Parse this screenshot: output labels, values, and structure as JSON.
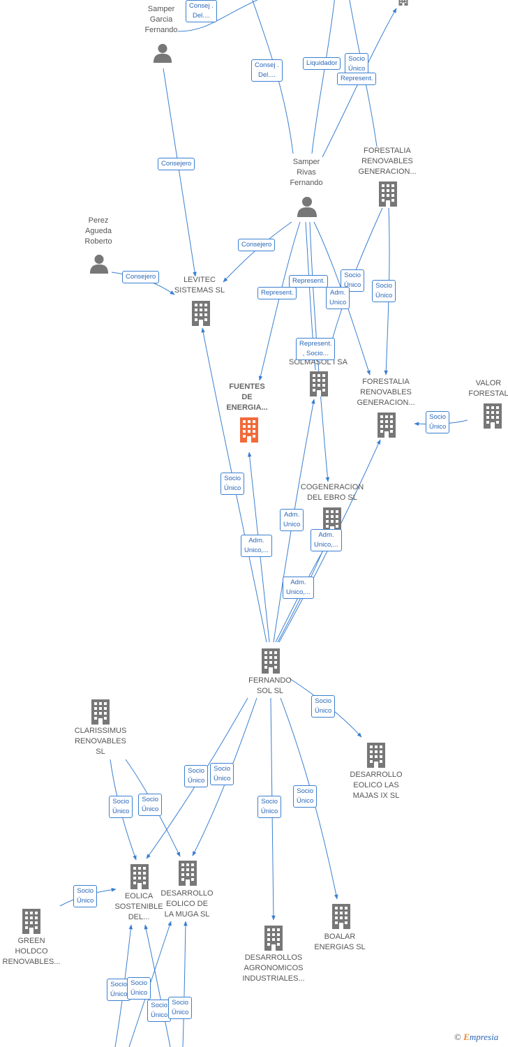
{
  "colors": {
    "edge": "#3a7fd0",
    "icon": "#777777",
    "highlight_icon": "#f26a3a"
  },
  "nodes": [
    {
      "id": "samper-garcia",
      "kind": "person",
      "label": "Samper\nGarcia\nFernando"
    },
    {
      "id": "samper-rivas",
      "kind": "person",
      "label": "Samper\nRivas\nFernando"
    },
    {
      "id": "perez-agueda",
      "kind": "person",
      "label": "Perez\nAgueda\nRoberto"
    },
    {
      "id": "top-company",
      "kind": "company",
      "label": ""
    },
    {
      "id": "forestalia-1",
      "kind": "company",
      "label": "FORESTALIA\nRENOVABLES\nGENERACION..."
    },
    {
      "id": "levitec",
      "kind": "company",
      "label": "LEVITEC\nSISTEMAS  SL"
    },
    {
      "id": "solmasol",
      "kind": "company",
      "label": "SOLMASOL I SA"
    },
    {
      "id": "fuentes",
      "kind": "company",
      "label": "FUENTES\nDE\nENERGIA...",
      "highlight": true
    },
    {
      "id": "forestalia-2",
      "kind": "company",
      "label": "FORESTALIA\nRENOVABLES\nGENERACION..."
    },
    {
      "id": "valor-forestal",
      "kind": "company",
      "label": "VALOR\nFORESTAL"
    },
    {
      "id": "cogeneracion",
      "kind": "company",
      "label": "COGENERACION\nDEL EBRO  SL"
    },
    {
      "id": "fernando-sol",
      "kind": "company",
      "label": "FERNANDO\nSOL SL"
    },
    {
      "id": "clarissimus",
      "kind": "company",
      "label": "CLARISSIMUS\nRENOVABLES\nSL"
    },
    {
      "id": "desarrollo-majas",
      "kind": "company",
      "label": "DESARROLLO\nEOLICO LAS\nMAJAS IX  SL"
    },
    {
      "id": "eolica-sostenible",
      "kind": "company",
      "label": "EOLICA\nSOSTENIBLE\nDEL..."
    },
    {
      "id": "desarrollo-muga",
      "kind": "company",
      "label": "DESARROLLO\nEOLICO DE\nLA MUGA SL"
    },
    {
      "id": "green-holdco",
      "kind": "company",
      "label": "GREEN\nHOLDCO\nRENOVABLES..."
    },
    {
      "id": "desarrollos-agronomicos",
      "kind": "company",
      "label": "DESARROLLOS\nAGRONOMICOS\nINDUSTRIALES..."
    },
    {
      "id": "boalar",
      "kind": "company",
      "label": "BOALAR\nENERGIAS  SL"
    }
  ],
  "edge_labels": [
    {
      "id": "el-1",
      "text": "Consej .\nDel...."
    },
    {
      "id": "el-2",
      "text": "Consej .\nDel...."
    },
    {
      "id": "el-3",
      "text": "Liquidador"
    },
    {
      "id": "el-4",
      "text": "Socio\nÚnico"
    },
    {
      "id": "el-5",
      "text": "Represent."
    },
    {
      "id": "el-6",
      "text": "Consejero"
    },
    {
      "id": "el-7",
      "text": "Consejero"
    },
    {
      "id": "el-8",
      "text": "Consejero"
    },
    {
      "id": "el-9",
      "text": "Represent."
    },
    {
      "id": "el-10",
      "text": "Represent."
    },
    {
      "id": "el-11",
      "text": "Socio\nÚnico"
    },
    {
      "id": "el-12",
      "text": "Adm.\nUnico"
    },
    {
      "id": "el-13",
      "text": "Socio\nÚnico"
    },
    {
      "id": "el-14",
      "text": "Represent.\n, Socio..."
    },
    {
      "id": "el-15",
      "text": "Socio\nÚnico"
    },
    {
      "id": "el-16",
      "text": "Socio\nÚnico"
    },
    {
      "id": "el-17",
      "text": "Adm.\nUnico"
    },
    {
      "id": "el-18",
      "text": "Adm.\nUnico,..."
    },
    {
      "id": "el-19",
      "text": "Adm.\nUnico,..."
    },
    {
      "id": "el-20",
      "text": "Adm.\nUnico,..."
    },
    {
      "id": "el-21",
      "text": "Socio\nÚnico"
    },
    {
      "id": "el-22",
      "text": "Socio\nÚnico"
    },
    {
      "id": "el-23",
      "text": "Socio\nÚnico"
    },
    {
      "id": "el-24",
      "text": "Socio\nÚnico"
    },
    {
      "id": "el-25",
      "text": "Socio\nÚnico"
    },
    {
      "id": "el-26",
      "text": "Socio\nÚnico"
    },
    {
      "id": "el-27",
      "text": "Socio\nÚnico"
    },
    {
      "id": "el-28",
      "text": "Socio\nÚnico"
    },
    {
      "id": "el-29",
      "text": "Socio\nÚnico"
    },
    {
      "id": "el-30",
      "text": "Socio\nÚnico"
    },
    {
      "id": "el-31",
      "text": "Socio\nÚnico"
    },
    {
      "id": "el-32",
      "text": "Socio\nÚnico"
    }
  ],
  "footer": {
    "copyright": "©",
    "brand_initial": "E",
    "brand_rest": "mpresia"
  }
}
